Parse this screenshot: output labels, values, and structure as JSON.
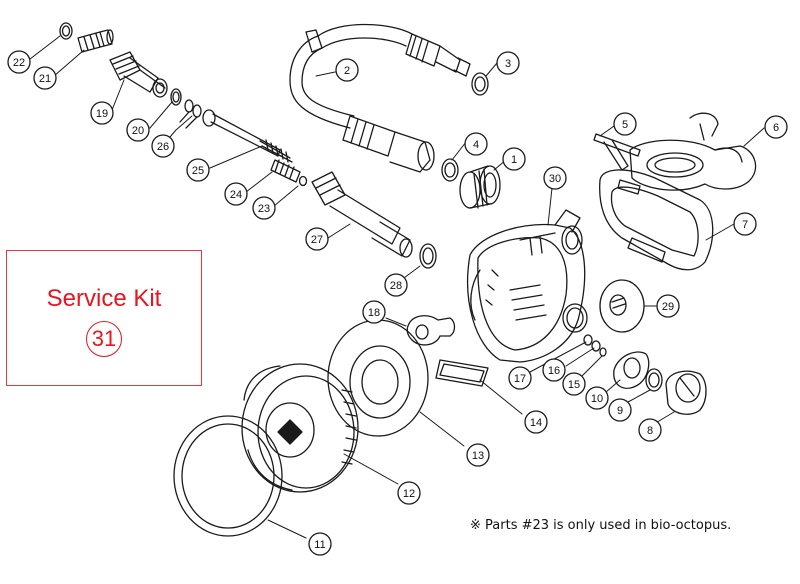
{
  "service_kit": {
    "title": "Service Kit",
    "part_number": "31",
    "color": "#e8141e"
  },
  "footnote": "※ Parts #23 is only used in bio-octopus.",
  "callouts": [
    "22",
    "21",
    "19",
    "20",
    "26",
    "25",
    "24",
    "23",
    "27",
    "28",
    "2",
    "3",
    "4",
    "1",
    "30",
    "5",
    "6",
    "7",
    "29",
    "18",
    "17",
    "16",
    "15",
    "10",
    "9",
    "8",
    "14",
    "13",
    "12",
    "11"
  ]
}
